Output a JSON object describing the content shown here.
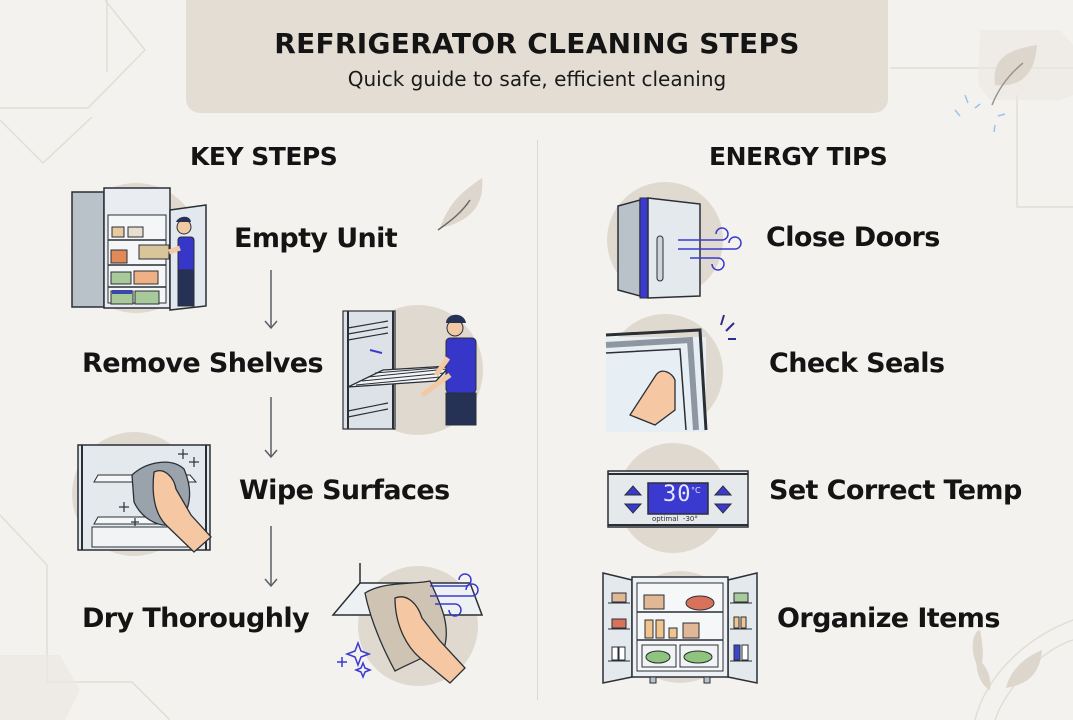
{
  "header": {
    "title": "REFRIGERATOR CLEANING STEPS",
    "subtitle": "Quick guide to safe, efficient cleaning"
  },
  "key_steps": {
    "title": "KEY STEPS",
    "items": [
      {
        "label": "Empty Unit",
        "icon": "person-emptying-fridge-icon"
      },
      {
        "label": "Remove Shelves",
        "icon": "person-removing-shelf-icon"
      },
      {
        "label": "Wipe Surfaces",
        "icon": "hand-wiping-cloth-icon"
      },
      {
        "label": "Dry Thoroughly",
        "icon": "hand-drying-towel-icon"
      }
    ]
  },
  "energy_tips": {
    "title": "ENERGY TIPS",
    "items": [
      {
        "label": "Close Doors",
        "icon": "fridge-door-closing-icon"
      },
      {
        "label": "Check Seals",
        "icon": "door-seal-check-icon"
      },
      {
        "label": "Set Correct Temp",
        "icon": "temperature-control-panel-icon",
        "display_value": "30",
        "display_unit": "°C",
        "display_note": "optimal  -30°"
      },
      {
        "label": "Organize Items",
        "icon": "organized-fridge-icon"
      }
    ]
  },
  "colors": {
    "background": "#f4f2ef",
    "header_bg": "#e3ddd4",
    "circle_bg": "#e0d9cf",
    "accent_blue": "#3a3ad0",
    "text": "#141414"
  }
}
